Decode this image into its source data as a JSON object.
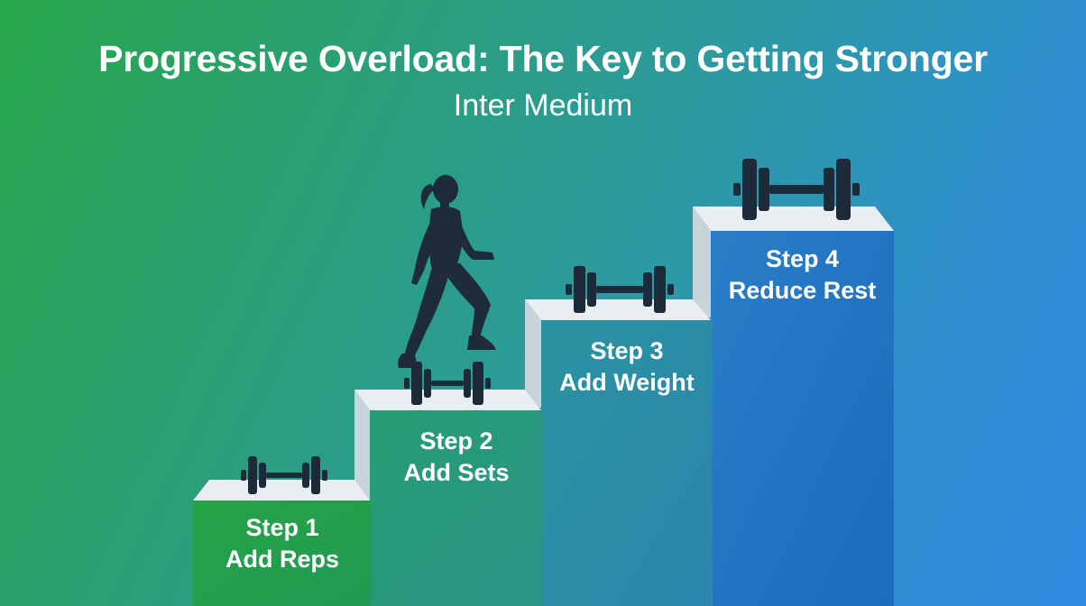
{
  "title": "Progressive Overload: The Key to Getting Stronger",
  "subtitle": "Inter Medium",
  "steps": [
    {
      "label": "Step 1",
      "action": "Add Reps"
    },
    {
      "label": "Step 2",
      "action": "Add Sets"
    },
    {
      "label": "Step 3",
      "action": "Add Weight"
    },
    {
      "label": "Step 4",
      "action": "Reduce Rest"
    }
  ],
  "colors": {
    "step_1": "#24a14e",
    "step_2": "#27988a",
    "step_3": "#2d8aa8",
    "step_4": "#1f6fc2",
    "tread": "#e9eff2",
    "riser": "#c9d6dc",
    "dumbbell": "#1c2a3a"
  },
  "icons": [
    "dumbbell-icon",
    "person-walking-icon"
  ]
}
